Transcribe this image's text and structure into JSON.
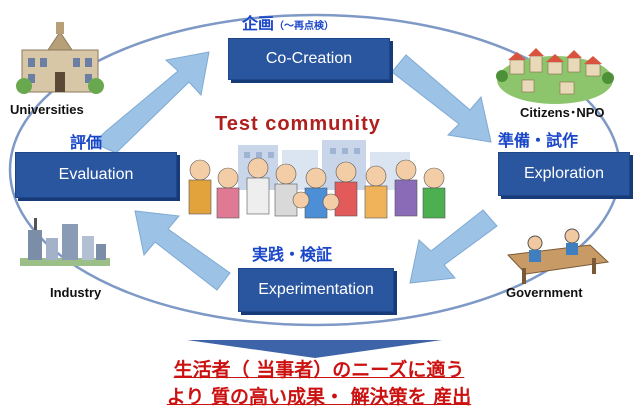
{
  "process": {
    "co_creation": {
      "label": "Co-Creation",
      "jp": "企画",
      "jp_note": "（〜再点検）"
    },
    "exploration": {
      "label": "Exploration",
      "jp": "準備・試作"
    },
    "experimentation": {
      "label": "Experimentation",
      "jp": "実践・検証"
    },
    "evaluation": {
      "label": "Evaluation",
      "jp": "評価"
    }
  },
  "center": {
    "title": "Test community"
  },
  "actors": {
    "universities": "Universities",
    "citizens": "Citizens･NPO",
    "industry": "Industry",
    "government": "Government"
  },
  "outcome": {
    "line1": "生活者（ 当事者）のニーズに適う",
    "line2": "より 質の高い成果・ 解決策を 産出"
  },
  "colors": {
    "box": "#2a56a0",
    "arrow": "#9cc3e6",
    "jp_text": "#1a46c8",
    "outcome": "#cc1111",
    "title": "#b01e1e"
  }
}
